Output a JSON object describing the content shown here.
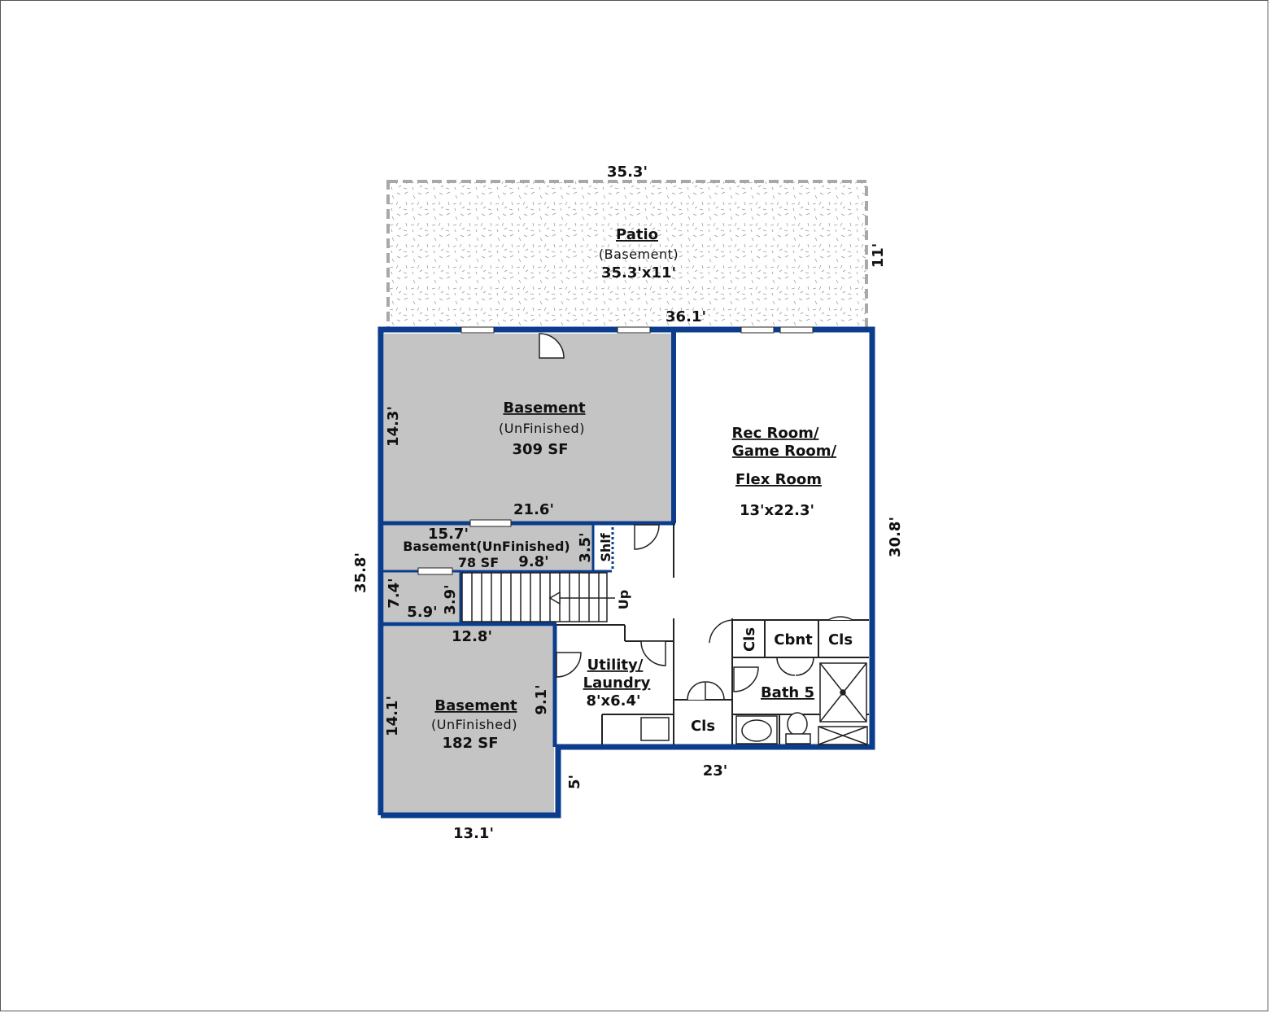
{
  "colors": {
    "wall": "#0b3d8c",
    "unfinished_fill": "#c4c4c4",
    "patio_border": "#a8a8a8",
    "text": "#111111"
  },
  "rooms": {
    "patio": {
      "title": "Patio",
      "sub": "(Basement)",
      "size": "35.3'x11'"
    },
    "basement_top": {
      "title": "Basement",
      "sub": "(UnFinished)",
      "size": "309 SF"
    },
    "basement_mid": {
      "title": "Basement(UnFinished)",
      "size": "78 SF"
    },
    "basement_bottom": {
      "title": "Basement",
      "sub": "(UnFinished)",
      "size": "182 SF"
    },
    "rec_room": {
      "line1": "Rec Room/",
      "line2": "Game Room/",
      "line3": "Flex Room",
      "size": "13'x22.3'"
    },
    "utility": {
      "line1": "Utility/",
      "line2": "Laundry",
      "size": "8'x6.4'"
    },
    "bath": {
      "title": "Bath 5"
    },
    "closets": {
      "cls_left": "Cls",
      "cbnt": "Cbnt",
      "cls_right": "Cls",
      "cls_bottom": "Cls"
    },
    "shelf": "Shlf",
    "stairs": "Up"
  },
  "dimensions": {
    "patio_width": "35.3'",
    "patio_depth": "11'",
    "top_width": "36.1'",
    "basement_top_height": "14.3'",
    "basement_top_width": "21.6'",
    "mid_width": "15.7'",
    "mid_inner": "9.8'",
    "mid_height": "3.5'",
    "left_total": "35.8'",
    "small_height": "7.4'",
    "small_width": "5.9'",
    "small_inner": "3.9'",
    "bottom_top_width": "12.8'",
    "basement_bottom_height": "14.1'",
    "utility_height": "9.1'",
    "jog": "5'",
    "bottom_width": "13.1'",
    "rear_width": "23'",
    "right_height": "30.8'"
  }
}
